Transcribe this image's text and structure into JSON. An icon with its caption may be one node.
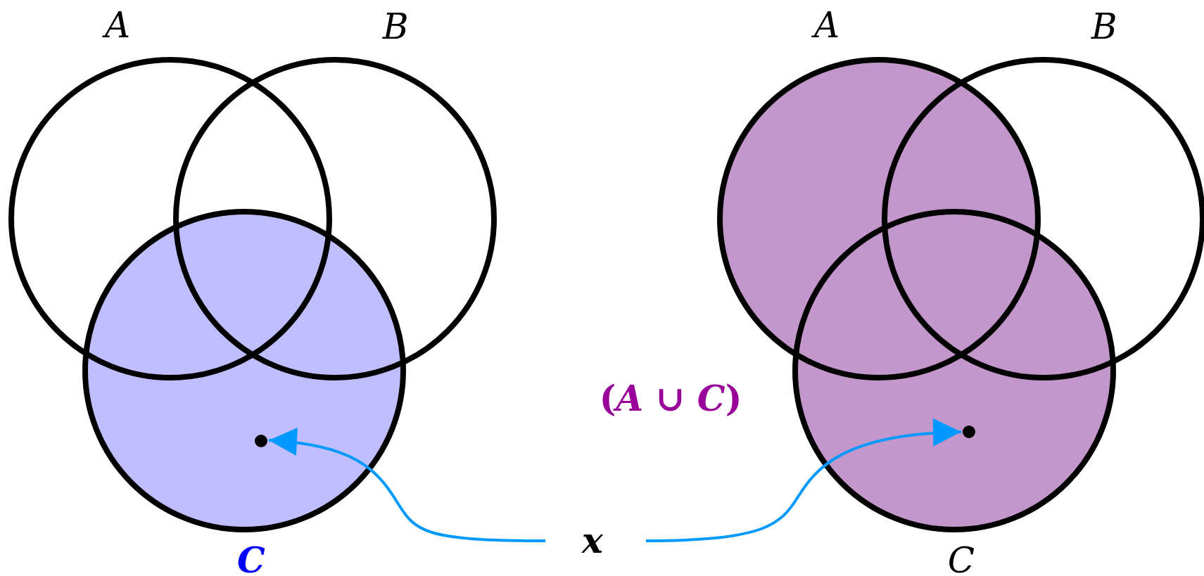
{
  "diagram": {
    "nodes": [
      {
        "text": [
          "A"
        ]
      },
      {
        "text": [
          "B"
        ]
      },
      {
        "text": [
          "C"
        ]
      },
      {
        "text": [],
        "shape": "circle",
        "in": 2
      },
      {
        "text": [
          "A"
        ]
      },
      {
        "text": [
          "B"
        ]
      },
      {
        "text": [
          "C"
        ]
      },
      {
        "text": [],
        "shape": "circle",
        "in": 6
      },
      {
        "text": [
          "x"
        ]
      }
    ],
    "edges": [
      {
        "from": 8,
        "to": 3,
        "arrow": "to"
      },
      {
        "from": 8,
        "to": 7,
        "arrow": "to"
      }
    ],
    "labels": [
      "(*A* ∪ *C*)"
    ]
  }
}
